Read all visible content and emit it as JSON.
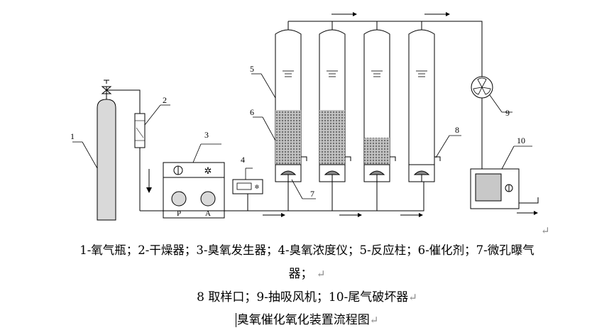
{
  "labels": {
    "n1": "1",
    "n2": "2",
    "n3": "3",
    "n4": "4",
    "n5": "5",
    "n6": "6",
    "n7": "7",
    "n8": "8",
    "n9": "9",
    "n10": "10",
    "gen_p": "P",
    "gen_a": "A"
  },
  "caption": {
    "legend_line1": "1-氧气瓶；2-干燥器；3-臭氧发生器；4-臭氧浓度仪；5-反应柱；6-催化剂；7-微孔曝气",
    "legend_line2": "器；",
    "legend_line3": "8 取样口；9-抽吸风机；10-尾气破坏器",
    "title": "臭氧催化氧化装置流程图",
    "return_mark": "↵"
  },
  "colors": {
    "line": "#000000",
    "cylinder_fill": "#d9d9d9",
    "catalyst_fill": "#b8b8b8",
    "screen_fill": "#c8c8c8"
  }
}
